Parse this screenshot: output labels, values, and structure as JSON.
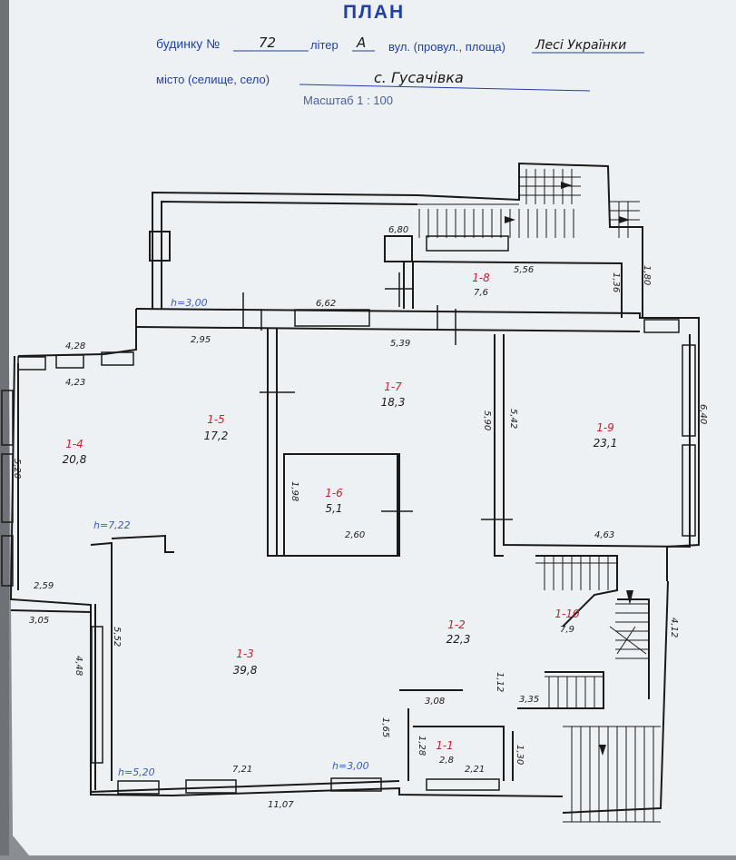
{
  "header": {
    "title": "ПЛАН",
    "house_no_label": "будинку №",
    "house_no": "72",
    "liter_label": "літер",
    "liter_value": "А",
    "street_label": "вул. (провул., площа)",
    "street_value": "Лесі Українки",
    "city_label": "місто (селище, село)",
    "city_value": "с. Гусачівка",
    "scale": "Масштаб 1 : 100"
  },
  "rooms": [
    {
      "id": "1-1",
      "area": "2,8"
    },
    {
      "id": "1-2",
      "area": "22,3"
    },
    {
      "id": "1-3",
      "area": "39,8"
    },
    {
      "id": "1-4",
      "area": "20,8"
    },
    {
      "id": "1-5",
      "area": "17,2"
    },
    {
      "id": "1-6",
      "area": "5,1"
    },
    {
      "id": "1-7",
      "area": "18,3"
    },
    {
      "id": "1-8",
      "area": "7,6"
    },
    {
      "id": "1-9",
      "area": "23,1"
    },
    {
      "id": "1-10",
      "area": "7,9"
    }
  ],
  "heights": [
    "h=3,00",
    "h=7,22",
    "h=5,20",
    "h=3,00"
  ],
  "dimensions": [
    "6,80",
    "5,56",
    "1,36",
    "1,80",
    "6,62",
    "2,95",
    "5,39",
    "4,28",
    "4,23",
    "5,20",
    "5,90",
    "5,42",
    "6,40",
    "1,98",
    "2,60",
    "4,63",
    "2,59",
    "3,05",
    "5,52",
    "4,48",
    "1,12",
    "3,08",
    "3,35",
    "4,12",
    "1,65",
    "1,28",
    "2,21",
    "1,30",
    "7,21",
    "11,07"
  ],
  "colors": {
    "ink": "#1a1a1a",
    "print": "#1f3fa8",
    "annot": "#c81e2d",
    "paper": "#eef1f4"
  }
}
